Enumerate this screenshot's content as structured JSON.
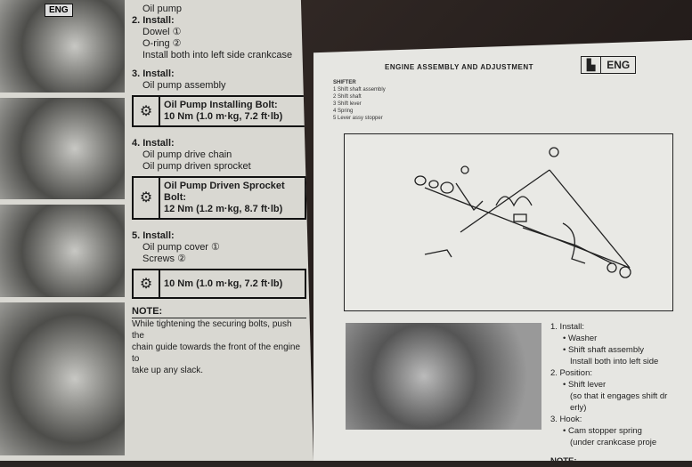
{
  "left_page": {
    "badge": "ENG",
    "step2": {
      "label": "2. Install:",
      "heading_prev": "Oil pump",
      "items": [
        "Dowel ①",
        "O-ring ②"
      ],
      "note": "Install both into left side crankcase"
    },
    "step3": {
      "label": "3. Install:",
      "items": [
        "Oil pump assembly"
      ],
      "torque_title": "Oil Pump Installing Bolt:",
      "torque_value": "10 Nm (1.0 m·kg, 7.2 ft·lb)"
    },
    "step4": {
      "label": "4. Install:",
      "items": [
        "Oil pump drive chain",
        "Oil pump driven sprocket"
      ],
      "torque_title": "Oil Pump Driven Sprocket Bolt:",
      "torque_value": "12 Nm (1.2 m·kg, 8.7 ft·lb)"
    },
    "step5": {
      "label": "5. Install:",
      "items": [
        "Oil pump cover ①",
        "Screws ②"
      ],
      "torque_value": "10 Nm (1.0 m·kg, 7.2 ft·lb)"
    },
    "note": {
      "label": "NOTE:",
      "lines": [
        "While tightening the securing bolts, push the",
        "chain guide towards the front of the engine to",
        "take up any slack."
      ]
    }
  },
  "right_page": {
    "header": "ENGINE ASSEMBLY AND ADJUSTMENT",
    "badge": "ENG",
    "legend": {
      "title": "SHIFTER",
      "items": [
        "1  Shift shaft assembly",
        "2  Shift shaft",
        "3  Shift lever",
        "4  Spring",
        "5  Lever assy stopper"
      ]
    },
    "steps": [
      "1. Install:",
      "• Washer",
      "• Shift shaft assembly",
      "Install both into left side",
      "2. Position:",
      "• Shift lever",
      "(so that it engages shift dr",
      "erly)",
      "3. Hook:",
      "• Cam stopper spring",
      "(under crankcase proje"
    ],
    "note_label": "NOTE:"
  }
}
